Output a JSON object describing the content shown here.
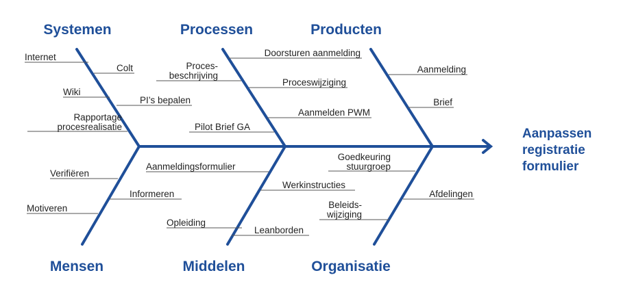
{
  "effect": [
    "Aanpassen",
    "registratie",
    "formulier"
  ],
  "colors": {
    "bone": "#1f4f99",
    "text": "#222222",
    "tick": "#555555"
  },
  "categories": {
    "systemen": {
      "title": "Systemen",
      "causes": [
        {
          "lines": [
            "Internet"
          ]
        },
        {
          "lines": [
            "Colt"
          ]
        },
        {
          "lines": [
            "Wiki"
          ]
        },
        {
          "lines": [
            "PI’s bepalen"
          ]
        },
        {
          "lines": [
            "Rapportage",
            "procesrealisatie"
          ]
        }
      ]
    },
    "processen": {
      "title": "Processen",
      "causes": [
        {
          "lines": [
            "Doorsturen aanmelding"
          ]
        },
        {
          "lines": [
            "Proces-",
            "beschrijving"
          ]
        },
        {
          "lines": [
            "Proceswijziging"
          ]
        },
        {
          "lines": [
            "Aanmelden  PWM"
          ]
        },
        {
          "lines": [
            "Pilot Brief GA"
          ]
        }
      ]
    },
    "producten": {
      "title": "Producten",
      "causes": [
        {
          "lines": [
            "Aanmelding"
          ]
        },
        {
          "lines": [
            "Brief"
          ]
        }
      ]
    },
    "mensen": {
      "title": "Mensen",
      "causes": [
        {
          "lines": [
            "Verifiëren"
          ]
        },
        {
          "lines": [
            "Informeren"
          ]
        },
        {
          "lines": [
            "Motiveren"
          ]
        }
      ]
    },
    "middelen": {
      "title": "Middelen",
      "causes": [
        {
          "lines": [
            "Aanmeldingsformulier"
          ]
        },
        {
          "lines": [
            "Werkinstructies"
          ]
        },
        {
          "lines": [
            "Opleiding"
          ]
        },
        {
          "lines": [
            "Leanborden"
          ]
        }
      ]
    },
    "organisatie": {
      "title": "Organisatie",
      "causes": [
        {
          "lines": [
            "Goedkeuring",
            "stuurgroep"
          ]
        },
        {
          "lines": [
            "Afdelingen"
          ]
        },
        {
          "lines": [
            "Beleids-",
            "wijziging"
          ]
        }
      ]
    }
  }
}
